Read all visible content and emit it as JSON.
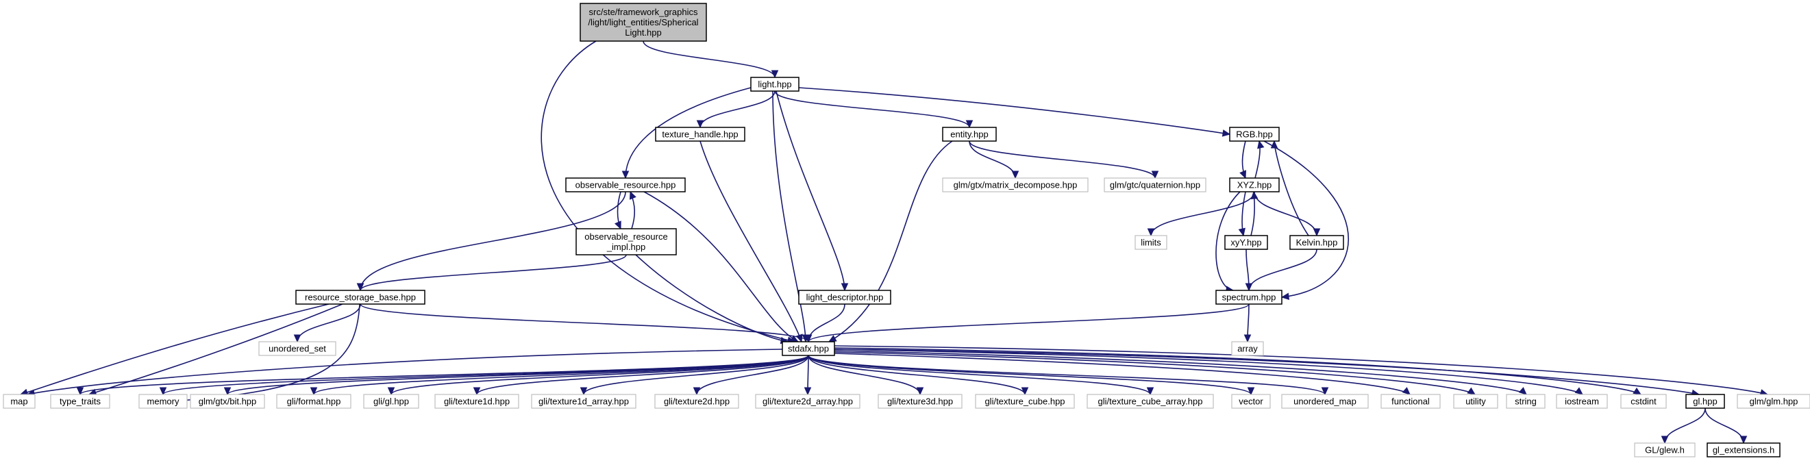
{
  "nodes": {
    "root": [
      "src/ste/framework_graphics",
      "/light/light_entities/Spherical",
      "Light.hpp"
    ],
    "light": [
      "light.hpp"
    ],
    "texture_handle": [
      "texture_handle.hpp"
    ],
    "entity": [
      "entity.hpp"
    ],
    "rgb": [
      "RGB.hpp"
    ],
    "observable_resource": [
      "observable_resource.hpp"
    ],
    "matrix_decompose": [
      "glm/gtx/matrix_decompose.hpp"
    ],
    "quaternion": [
      "glm/gtc/quaternion.hpp"
    ],
    "xyz": [
      "XYZ.hpp"
    ],
    "observable_resource_impl": [
      "observable_resource",
      "_impl.hpp"
    ],
    "limits": [
      "limits"
    ],
    "xyy": [
      "xyY.hpp"
    ],
    "kelvin": [
      "Kelvin.hpp"
    ],
    "resource_storage_base": [
      "resource_storage_base.hpp"
    ],
    "light_descriptor": [
      "light_descriptor.hpp"
    ],
    "spectrum": [
      "spectrum.hpp"
    ],
    "unordered_set": [
      "unordered_set"
    ],
    "array": [
      "array"
    ],
    "stdafx": [
      "stdafx.hpp"
    ],
    "map": [
      "map"
    ],
    "type_traits": [
      "type_traits"
    ],
    "memory": [
      "memory"
    ],
    "gtx_bit": [
      "glm/gtx/bit.hpp"
    ],
    "gli_format": [
      "gli/format.hpp"
    ],
    "gli_gl": [
      "gli/gl.hpp"
    ],
    "gli_texture1d": [
      "gli/texture1d.hpp"
    ],
    "gli_texture1d_array": [
      "gli/texture1d_array.hpp"
    ],
    "gli_texture2d": [
      "gli/texture2d.hpp"
    ],
    "gli_texture2d_array": [
      "gli/texture2d_array.hpp"
    ],
    "gli_texture3d": [
      "gli/texture3d.hpp"
    ],
    "gli_texture_cube": [
      "gli/texture_cube.hpp"
    ],
    "gli_texture_cube_array": [
      "gli/texture_cube_array.hpp"
    ],
    "vector": [
      "vector"
    ],
    "unordered_map": [
      "unordered_map"
    ],
    "functional": [
      "functional"
    ],
    "utility": [
      "utility"
    ],
    "string": [
      "string"
    ],
    "iostream": [
      "iostream"
    ],
    "cstdint": [
      "cstdint"
    ],
    "gl": [
      "gl.hpp"
    ],
    "glm_glm": [
      "glm/glm.hpp"
    ],
    "glew": [
      "GL/glew.h"
    ],
    "gl_extensions": [
      "gl_extensions.h"
    ]
  },
  "edges": [
    [
      "root",
      "light"
    ],
    [
      "root",
      "stdafx"
    ],
    [
      "light",
      "texture_handle"
    ],
    [
      "light",
      "entity"
    ],
    [
      "light",
      "rgb"
    ],
    [
      "light",
      "observable_resource"
    ],
    [
      "light",
      "light_descriptor"
    ],
    [
      "light",
      "stdafx"
    ],
    [
      "texture_handle",
      "stdafx"
    ],
    [
      "entity",
      "matrix_decompose"
    ],
    [
      "entity",
      "quaternion"
    ],
    [
      "entity",
      "stdafx"
    ],
    [
      "rgb",
      "xyz"
    ],
    [
      "rgb",
      "spectrum"
    ],
    [
      "xyz",
      "rgb"
    ],
    [
      "xyz",
      "limits"
    ],
    [
      "xyz",
      "xyy"
    ],
    [
      "xyz",
      "kelvin"
    ],
    [
      "xyz",
      "spectrum"
    ],
    [
      "xyy",
      "xyz"
    ],
    [
      "xyy",
      "spectrum"
    ],
    [
      "kelvin",
      "rgb"
    ],
    [
      "kelvin",
      "spectrum"
    ],
    [
      "observable_resource",
      "observable_resource_impl"
    ],
    [
      "observable_resource",
      "resource_storage_base"
    ],
    [
      "observable_resource",
      "stdafx"
    ],
    [
      "observable_resource_impl",
      "observable_resource"
    ],
    [
      "observable_resource_impl",
      "resource_storage_base"
    ],
    [
      "observable_resource_impl",
      "stdafx"
    ],
    [
      "resource_storage_base",
      "unordered_set"
    ],
    [
      "resource_storage_base",
      "map"
    ],
    [
      "resource_storage_base",
      "type_traits"
    ],
    [
      "resource_storage_base",
      "memory"
    ],
    [
      "resource_storage_base",
      "stdafx"
    ],
    [
      "light_descriptor",
      "stdafx"
    ],
    [
      "spectrum",
      "array"
    ],
    [
      "spectrum",
      "stdafx"
    ],
    [
      "stdafx",
      "map"
    ],
    [
      "stdafx",
      "type_traits"
    ],
    [
      "stdafx",
      "memory"
    ],
    [
      "stdafx",
      "gtx_bit"
    ],
    [
      "stdafx",
      "gli_format"
    ],
    [
      "stdafx",
      "gli_gl"
    ],
    [
      "stdafx",
      "gli_texture1d"
    ],
    [
      "stdafx",
      "gli_texture1d_array"
    ],
    [
      "stdafx",
      "gli_texture2d"
    ],
    [
      "stdafx",
      "gli_texture2d_array"
    ],
    [
      "stdafx",
      "gli_texture3d"
    ],
    [
      "stdafx",
      "gli_texture_cube"
    ],
    [
      "stdafx",
      "gli_texture_cube_array"
    ],
    [
      "stdafx",
      "vector"
    ],
    [
      "stdafx",
      "unordered_map"
    ],
    [
      "stdafx",
      "functional"
    ],
    [
      "stdafx",
      "utility"
    ],
    [
      "stdafx",
      "string"
    ],
    [
      "stdafx",
      "iostream"
    ],
    [
      "stdafx",
      "cstdint"
    ],
    [
      "stdafx",
      "gl"
    ],
    [
      "stdafx",
      "glm_glm"
    ],
    [
      "gl",
      "glew"
    ],
    [
      "gl",
      "gl_extensions"
    ]
  ],
  "colors": {
    "edge": "#191970",
    "root_fill": "#bfbfbf",
    "external_border": "#bfbfbf",
    "border": "#000000"
  }
}
